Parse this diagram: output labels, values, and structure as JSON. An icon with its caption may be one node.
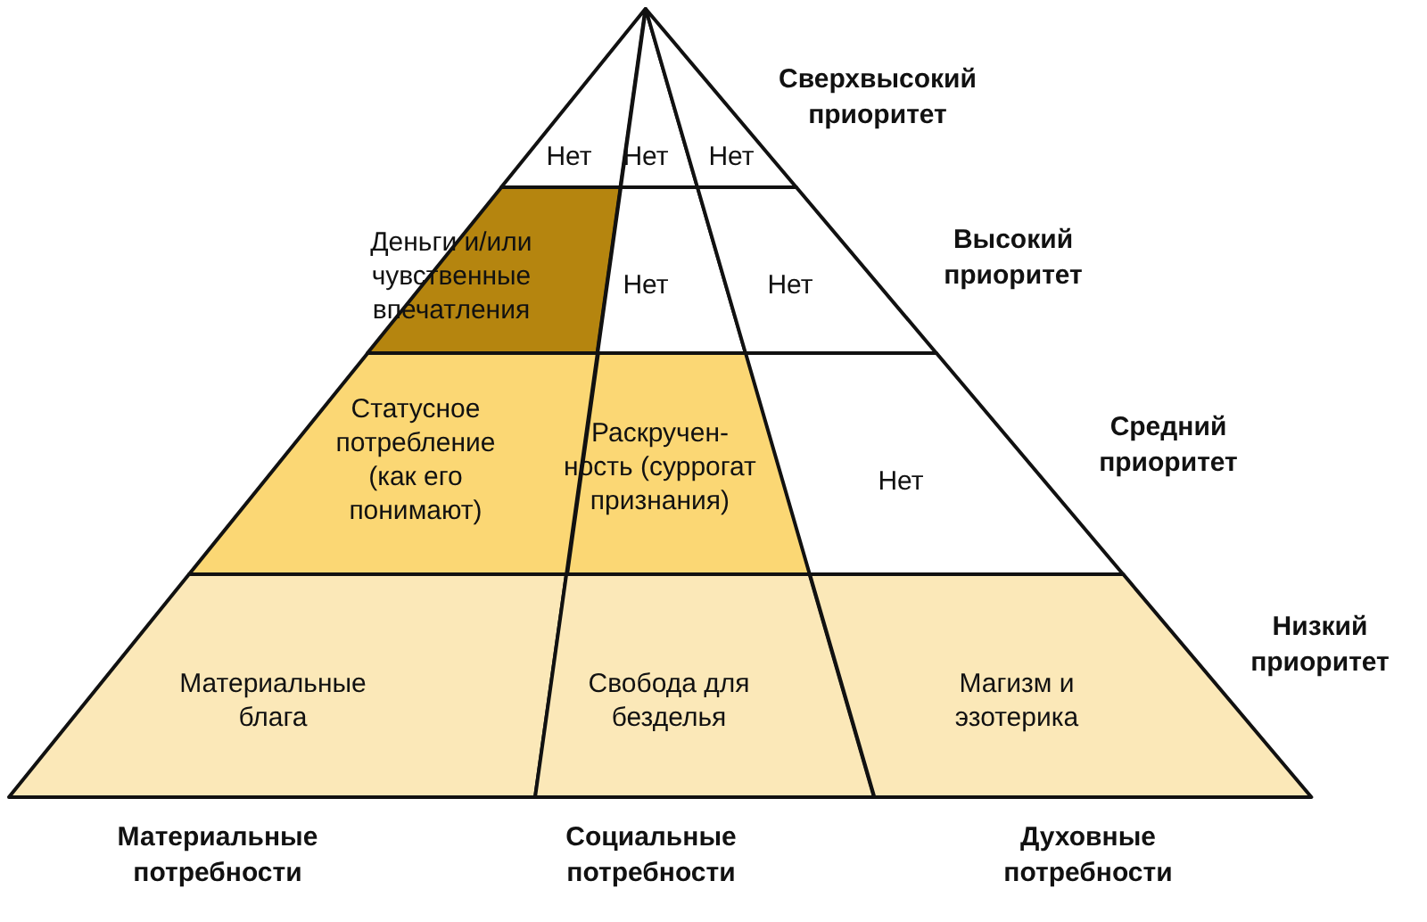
{
  "diagram": {
    "nodes": [
      {
        "text": [
          "Нет"
        ]
      },
      {
        "text": [
          "Нет"
        ]
      },
      {
        "text": [
          "Нет"
        ]
      },
      {
        "text": [
          "Деньги и/или чувственные впечатления"
        ]
      },
      {
        "text": [
          "Нет"
        ]
      },
      {
        "text": [
          "Нет"
        ]
      },
      {
        "text": [
          "Статусное потребление (как его понимают)"
        ]
      },
      {
        "text": [
          "Раскручен-ность (суррогат признания)"
        ]
      },
      {
        "text": [
          "Нет"
        ]
      },
      {
        "text": [
          "Материальные блага"
        ]
      },
      {
        "text": [
          "Свобода для безделья"
        ]
      },
      {
        "text": [
          "Магизм и эзотерика"
        ]
      }
    ],
    "edges": [],
    "labels": [
      "Сверхвысокий приоритет",
      "Высокий приоритет",
      "Средний приоритет",
      "Низкий приоритет",
      "Материальные потребности",
      "Социальные потребности",
      "Духовные потребности"
    ]
  }
}
